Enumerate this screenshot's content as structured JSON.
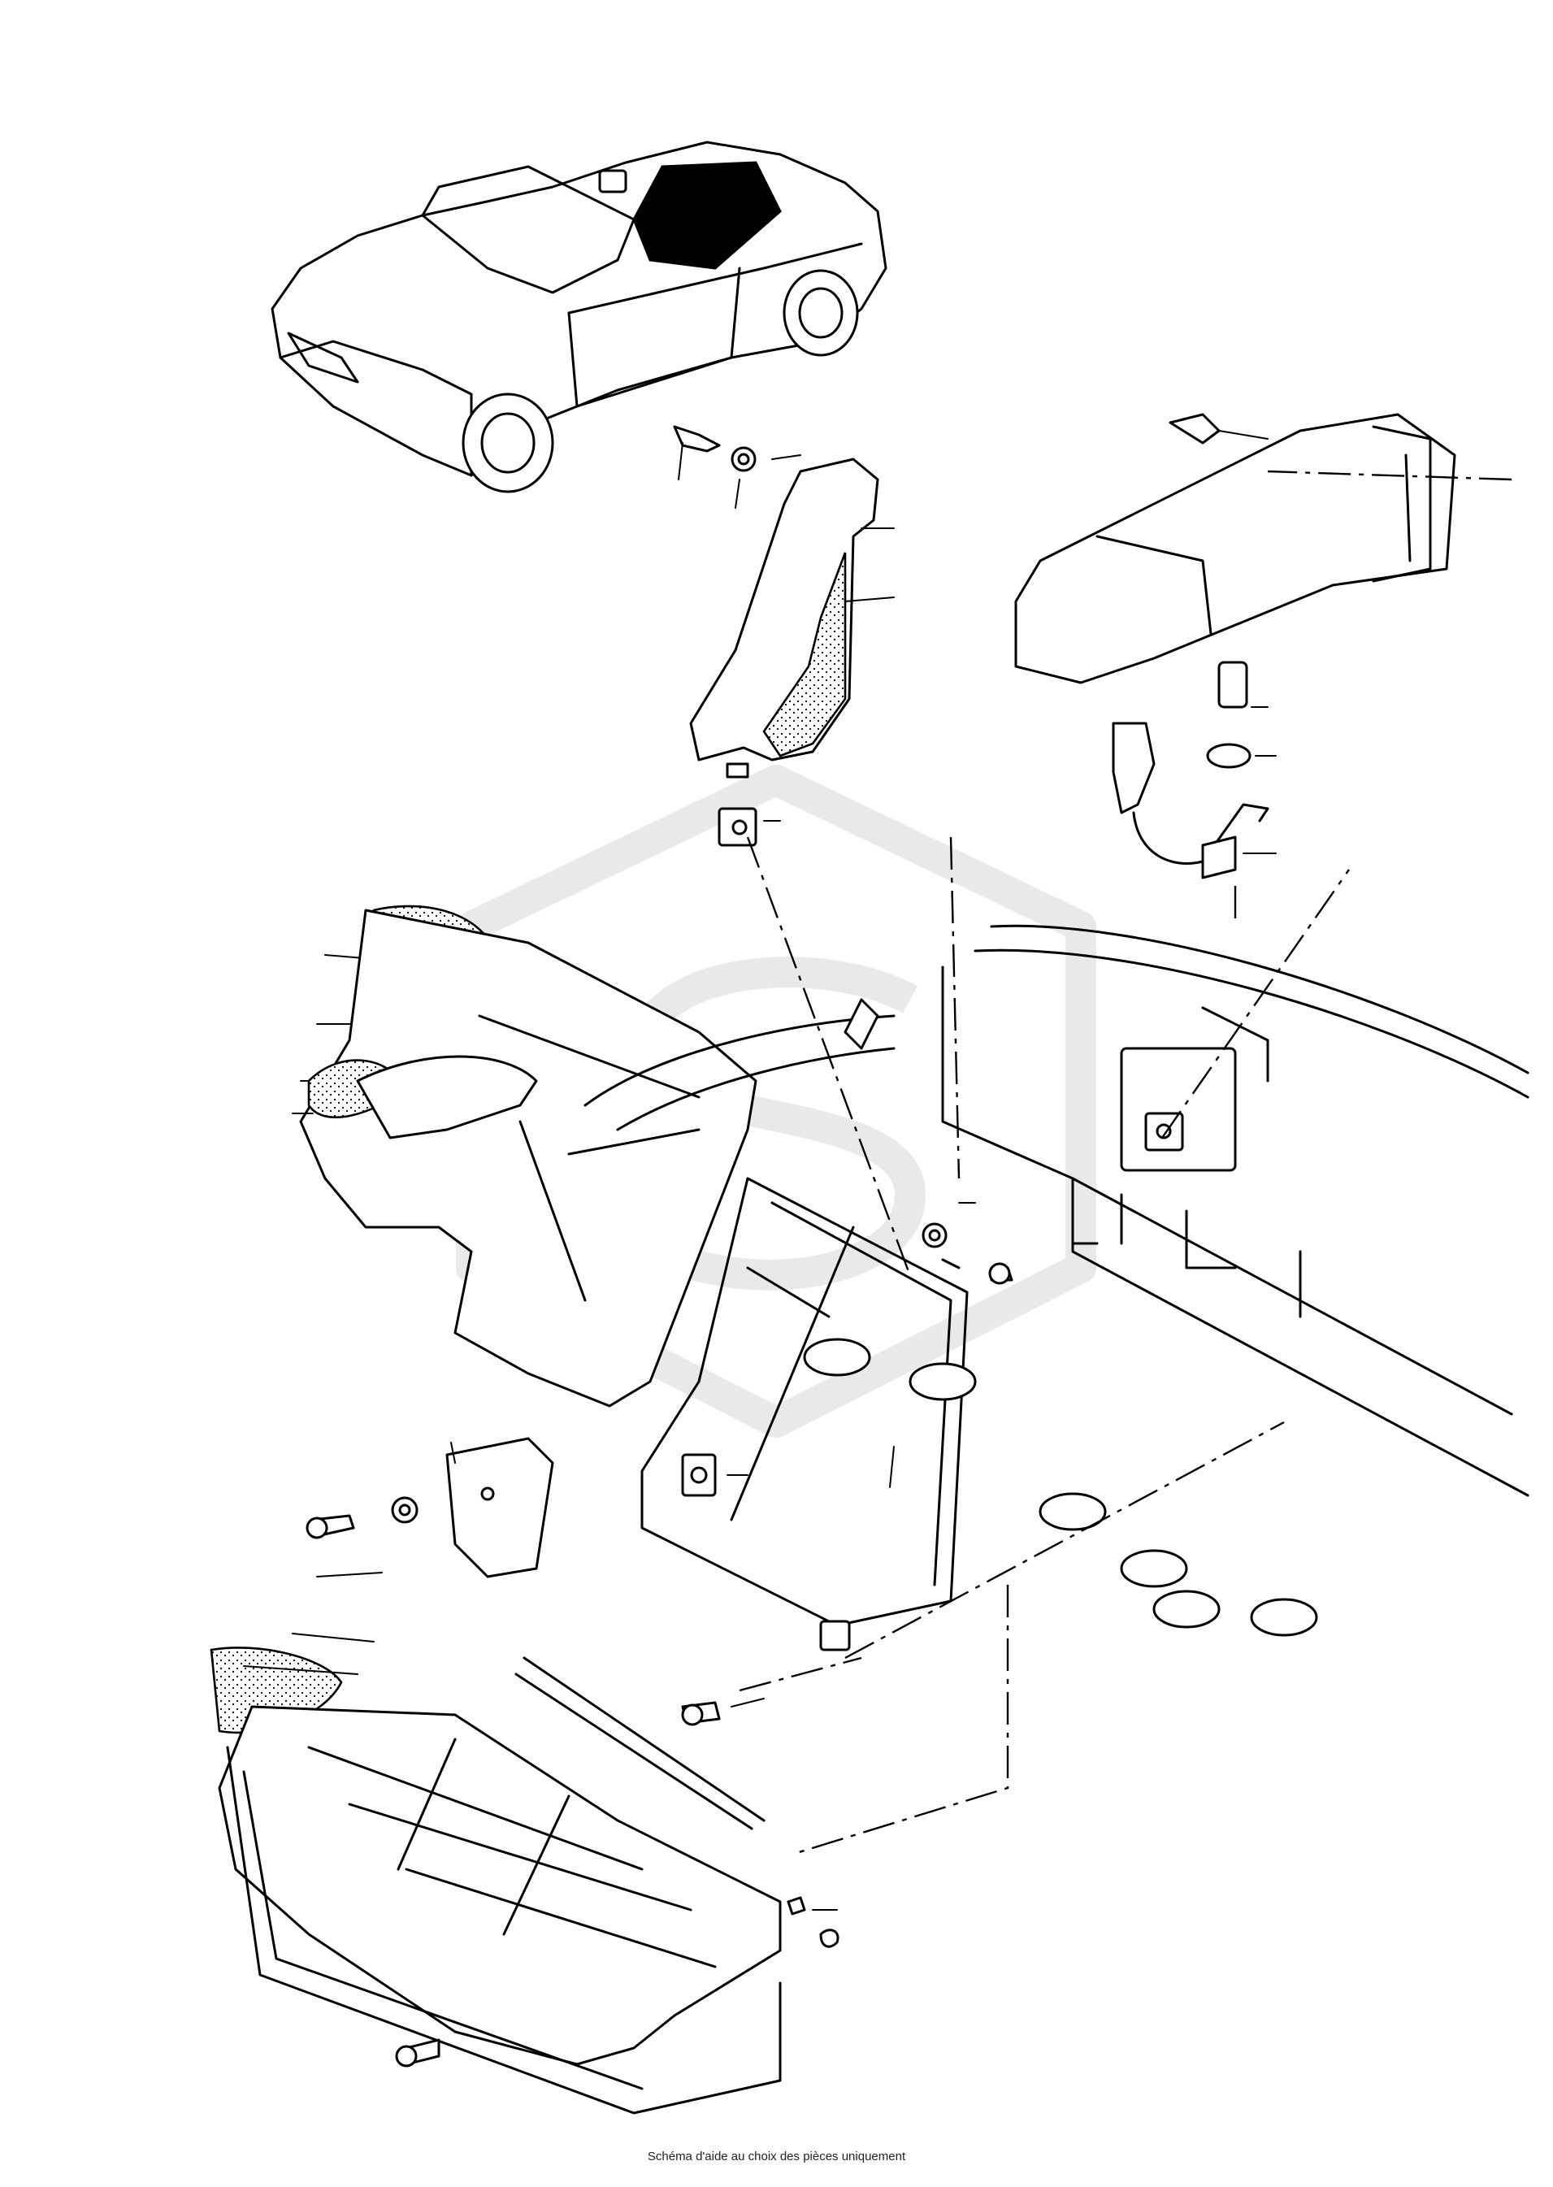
{
  "footer": {
    "caption": "Schéma d'aide au choix des pièces uniquement"
  },
  "colors": {
    "ink": "#000000",
    "paper": "#ffffff",
    "watermark": "#e9e9e9"
  },
  "icons": {
    "car": "convertible-car-icon",
    "shaded_zone": "rear-seat-area-highlight",
    "watermark": "logo-watermark"
  }
}
